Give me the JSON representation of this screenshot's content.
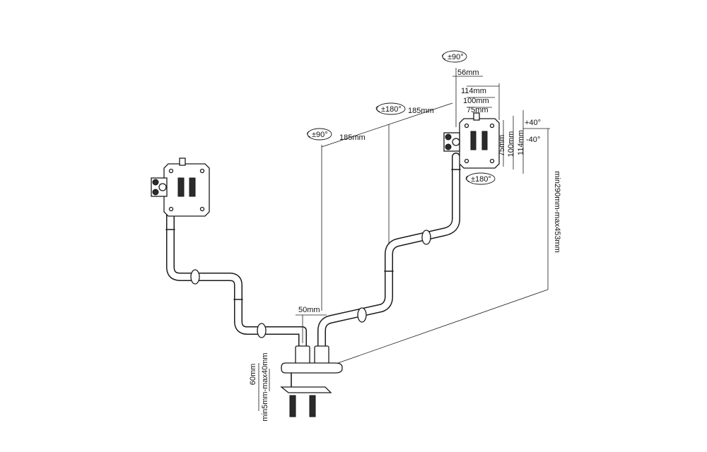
{
  "diagram": {
    "rotation_labels": {
      "top_right": "±90°",
      "center_left": "±90°",
      "center": "±180°",
      "right_bottom": "±180°"
    },
    "dimensions": {
      "arm_segment_left": "185mm",
      "arm_segment_right": "185mm",
      "top_offset": "56mm",
      "vesa_h_114": "114mm",
      "vesa_h_100": "100mm",
      "vesa_h_75": "75mm",
      "vesa_v_75": "75mm",
      "vesa_v_100": "100mm",
      "vesa_v_114": "114mm",
      "tilt_up": "+40°",
      "tilt_down": "-40°",
      "height_range": "min290mm-max453mm",
      "pole_distance": "50mm",
      "clamp_height": "60mm",
      "desk_thickness": "min5mm-max40mm"
    }
  }
}
